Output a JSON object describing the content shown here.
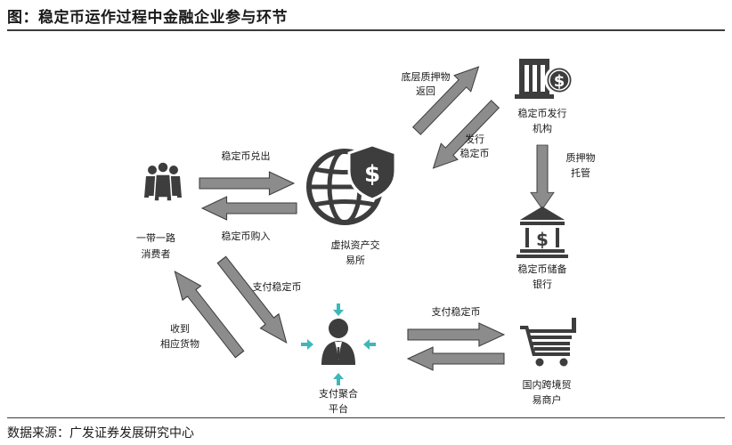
{
  "figure": {
    "title": "图：稳定币运作过程中金融企业参与环节",
    "source": "数据来源：广发证券发展研究中心"
  },
  "nodes": {
    "consumer": {
      "lines": [
        "一带一路",
        "消费者"
      ],
      "icon": "people-group-icon"
    },
    "exchange": {
      "lines": [
        "虚拟资产交",
        "易所"
      ],
      "icon": "globe-dollar-shield-icon"
    },
    "issuer": {
      "lines": [
        "稳定币发行",
        "机构"
      ],
      "icon": "building-dollar-icon"
    },
    "bank": {
      "lines": [
        "稳定币储备",
        "银行"
      ],
      "icon": "bank-dollar-icon"
    },
    "payment": {
      "lines": [
        "支付聚合",
        "平台"
      ],
      "icon": "businessman-network-icon"
    },
    "merchant": {
      "lines": [
        "国内跨境贸",
        "易商户"
      ],
      "icon": "shopping-cart-icon"
    }
  },
  "flows": {
    "redeem": "稳定币兑出",
    "buy": "稳定币购入",
    "collateral_return": [
      "底层质押物",
      "返回"
    ],
    "issue": [
      "发行",
      "稳定币"
    ],
    "custody": [
      "质押物",
      "托管"
    ],
    "pay_stable": "支付稳定币",
    "receive_goods": [
      "收到",
      "相应货物"
    ],
    "pay_stable_2": "支付稳定币"
  },
  "colors": {
    "icon": "#3d3d3d",
    "arrow_fill": "#8c8c8c",
    "arrow_stroke": "#3d3d3d",
    "accent": "#3fb7b9"
  }
}
